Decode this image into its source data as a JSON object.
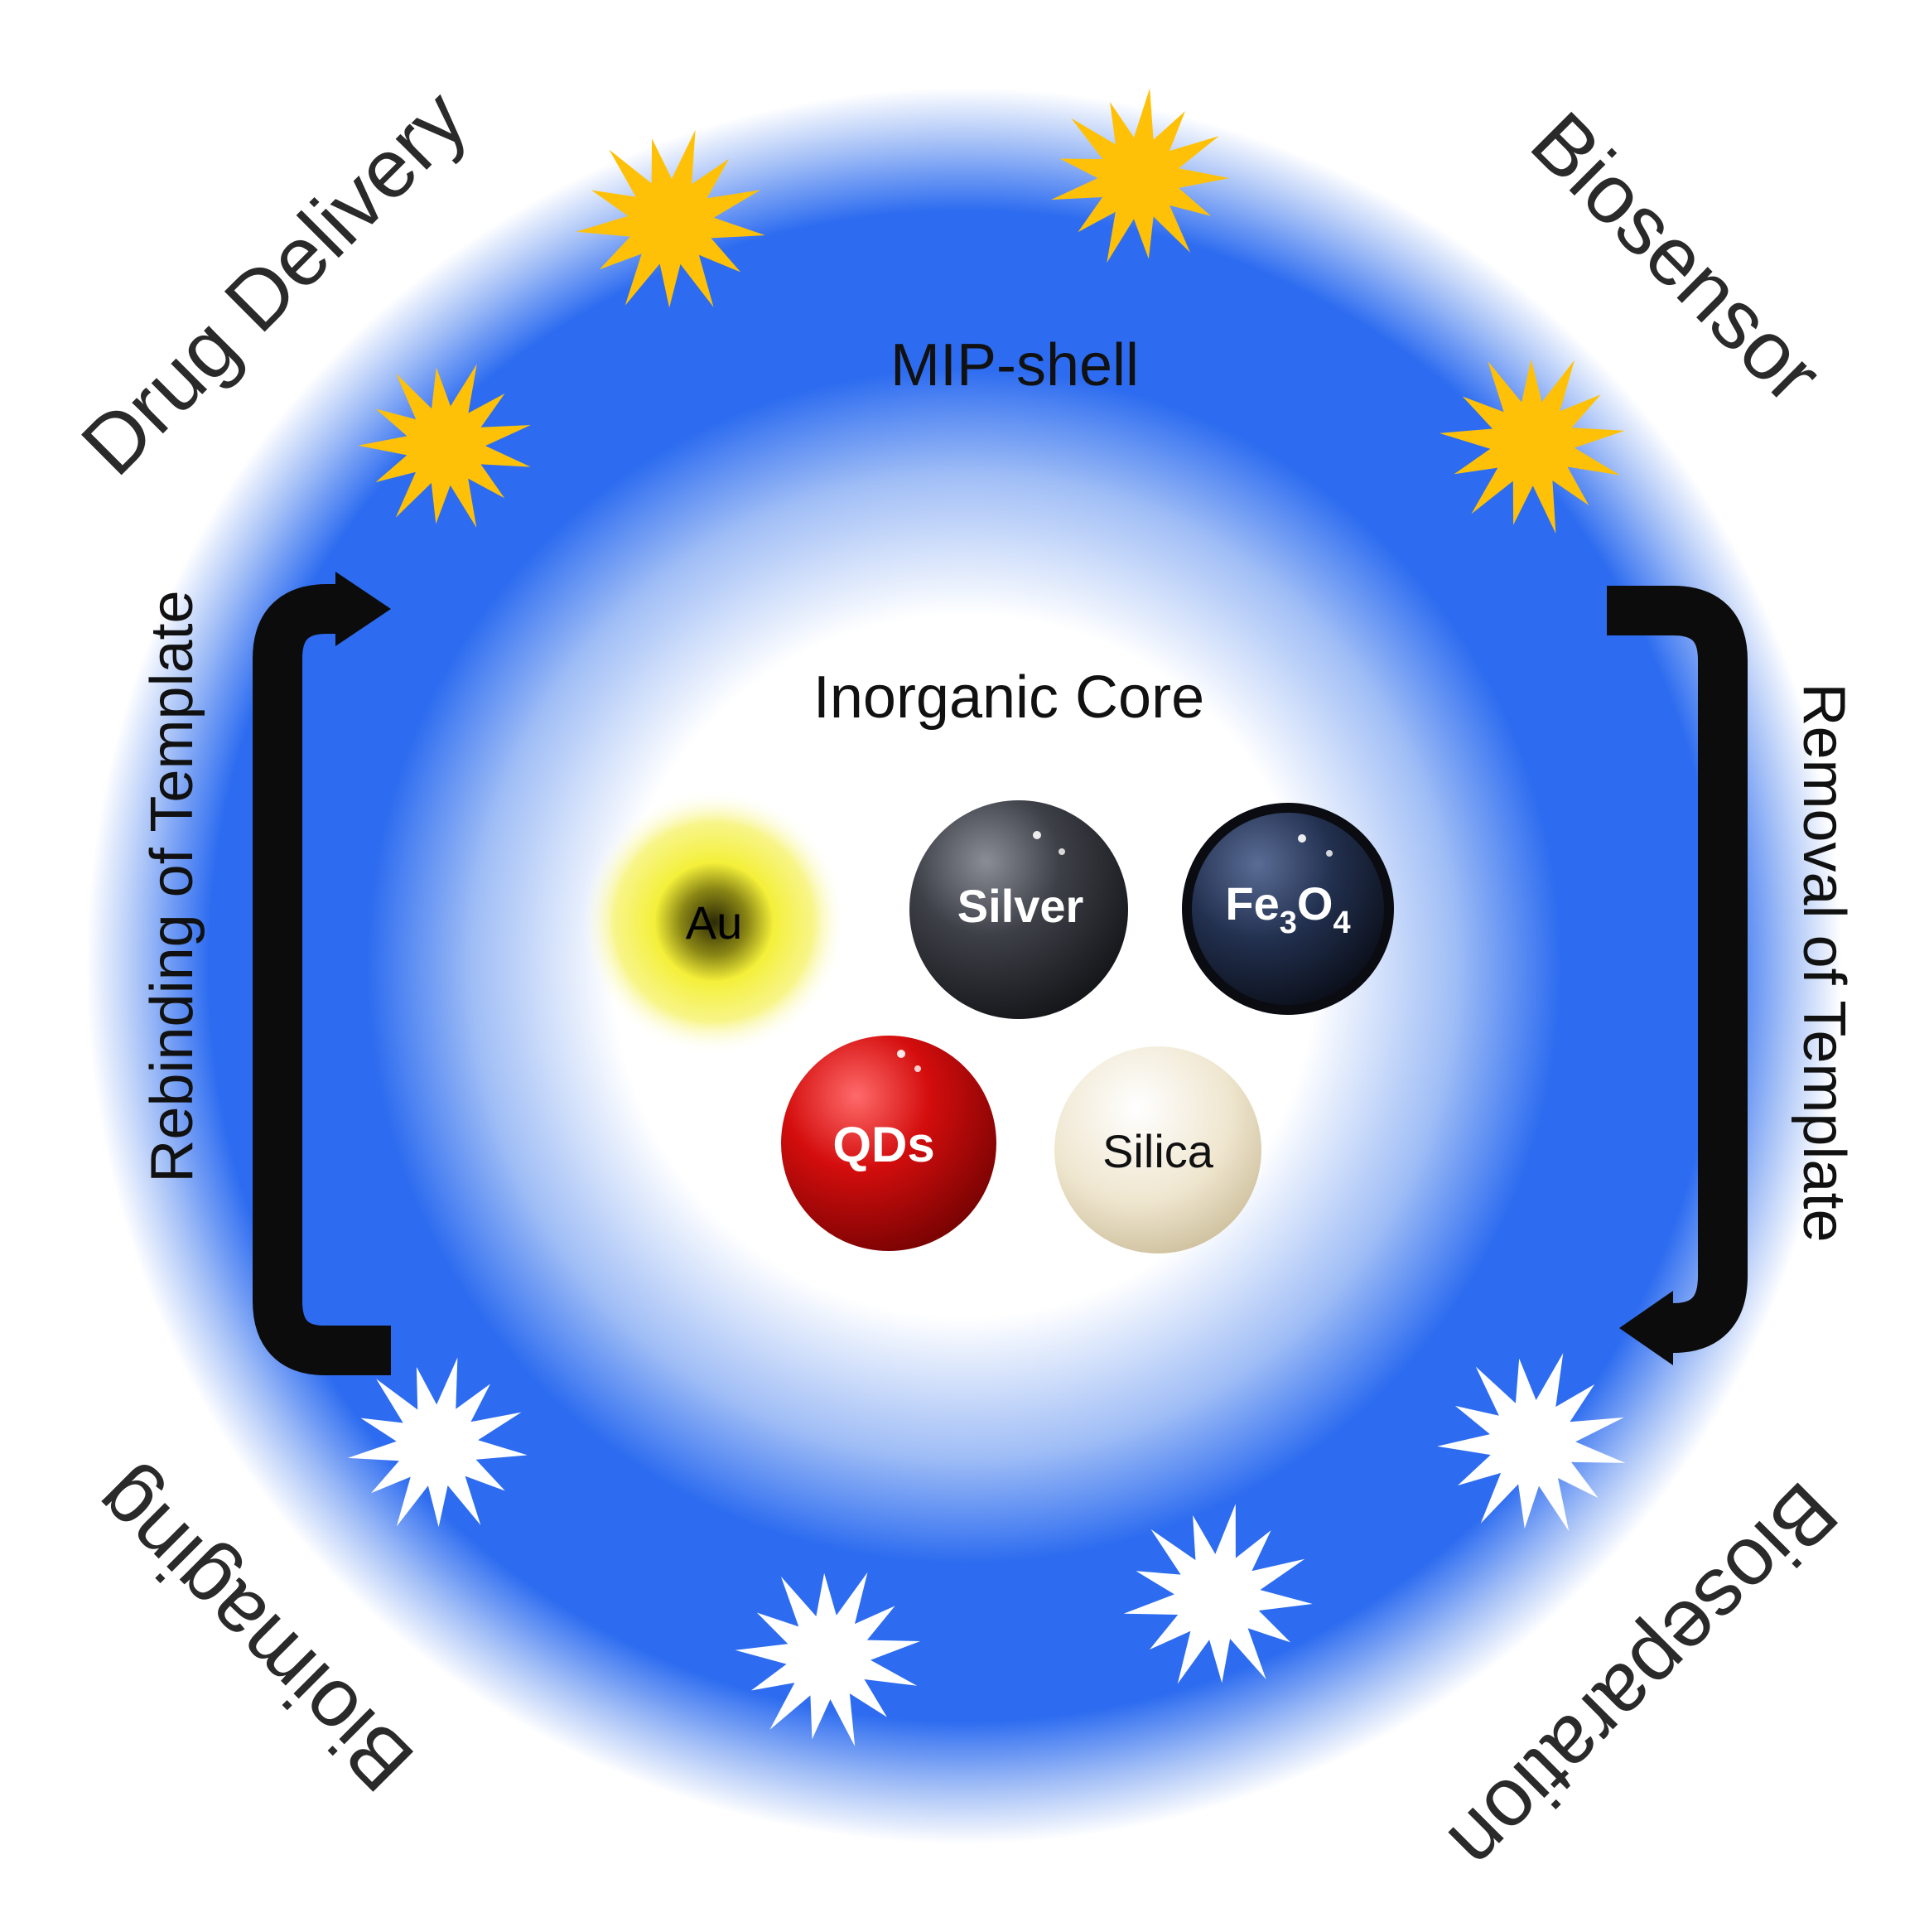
{
  "shell": {
    "label": "MIP-shell",
    "color": "#2d6cf0"
  },
  "core": {
    "label": "Inorganic Core",
    "particles": [
      {
        "id": "au",
        "label": "Au",
        "color": "#f4f03a"
      },
      {
        "id": "silver",
        "label": "Silver",
        "color": "#3b3d44"
      },
      {
        "id": "fe3o4",
        "label_main": "Fe",
        "sub1": "3",
        "mid": "O",
        "sub2": "4",
        "color": "#1f2a45"
      },
      {
        "id": "qds",
        "label": "QDs",
        "color": "#d00d0d"
      },
      {
        "id": "silica",
        "label": "Silica",
        "color": "#efe6cf"
      }
    ]
  },
  "applications": {
    "top_left": "Drug Delivery",
    "top_right": "Biosensor",
    "bottom_left": "Bioimaging",
    "bottom_right": "Bioseparation"
  },
  "cycle": {
    "left": "Rebinding of Template",
    "right": "Removal of Template"
  },
  "templates": {
    "bound_color": "#ffc107",
    "removed_color": "#ffffff"
  }
}
